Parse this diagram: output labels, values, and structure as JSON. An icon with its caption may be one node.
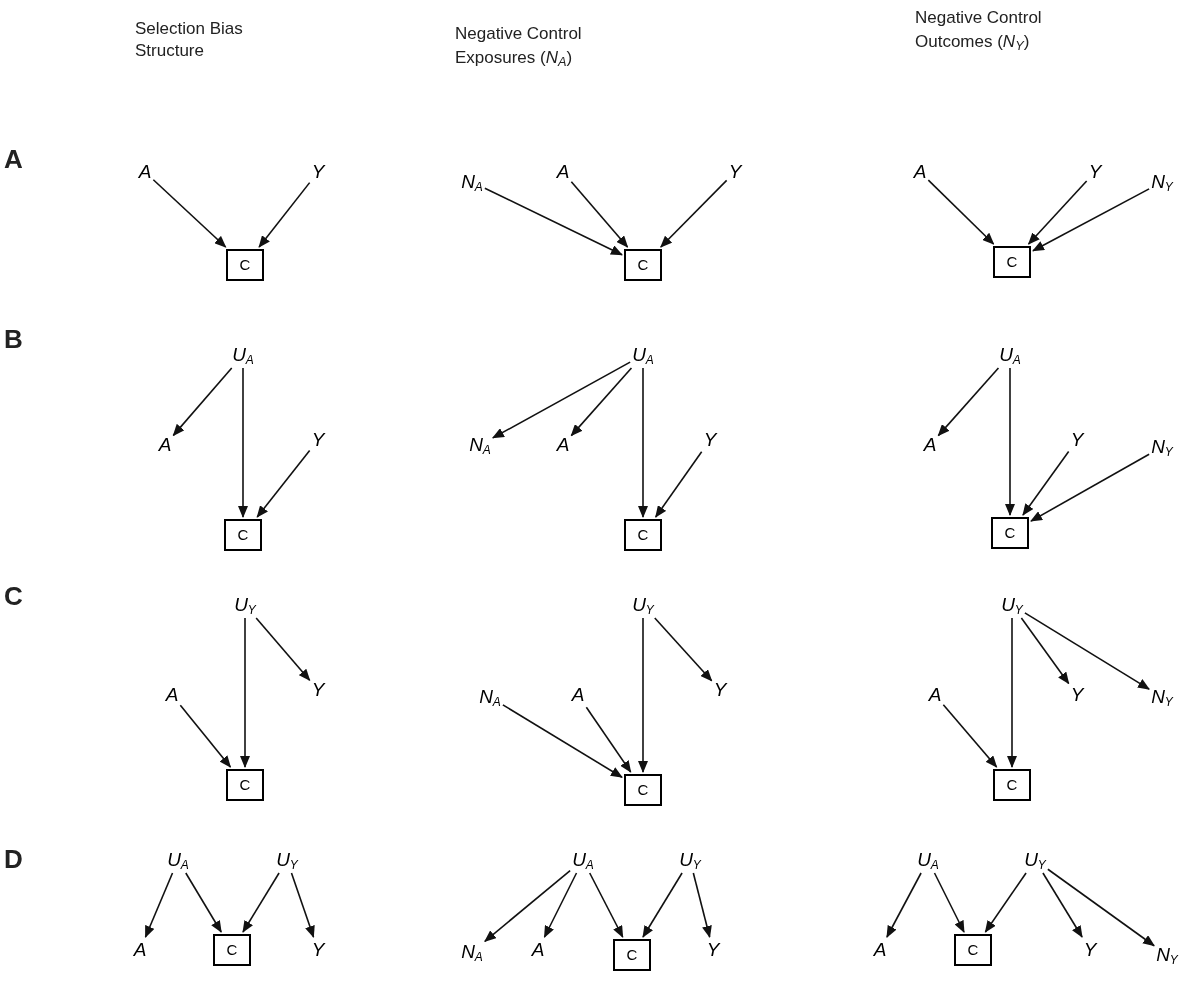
{
  "diagram": {
    "nodes": [
      {
        "text": [
          "A"
        ]
      },
      {
        "text": [
          "Y"
        ]
      },
      {
        "text": [
          "C"
        ]
      },
      {
        "text": [
          "N$_{A}$"
        ]
      },
      {
        "text": [
          "A"
        ]
      },
      {
        "text": [
          "Y"
        ]
      },
      {
        "text": [
          "C"
        ]
      },
      {
        "text": [
          "A"
        ]
      },
      {
        "text": [
          "Y"
        ]
      },
      {
        "text": [
          "N$_{Y}$"
        ]
      },
      {
        "text": [
          "C"
        ]
      },
      {
        "text": [
          "U$_{A}$"
        ]
      },
      {
        "text": [
          "A"
        ]
      },
      {
        "text": [
          "Y"
        ]
      },
      {
        "text": [
          "C"
        ]
      },
      {
        "text": [
          "U$_{A}$"
        ]
      },
      {
        "text": [
          "N$_{A}$"
        ]
      },
      {
        "text": [
          "A"
        ]
      },
      {
        "text": [
          "Y"
        ]
      },
      {
        "text": [
          "C"
        ]
      },
      {
        "text": [
          "U$_{A}$"
        ]
      },
      {
        "text": [
          "A"
        ]
      },
      {
        "text": [
          "Y"
        ]
      },
      {
        "text": [
          "N$_{Y}$"
        ]
      },
      {
        "text": [
          "C"
        ]
      },
      {
        "text": [
          "U$_{Y}$"
        ]
      },
      {
        "text": [
          "A"
        ]
      },
      {
        "text": [
          "Y"
        ]
      },
      {
        "text": [
          "C"
        ]
      },
      {
        "text": [
          "U$_{Y}$"
        ]
      },
      {
        "text": [
          "N$_{A}$"
        ]
      },
      {
        "text": [
          "A"
        ]
      },
      {
        "text": [
          "Y"
        ]
      },
      {
        "text": [
          "C"
        ]
      },
      {
        "text": [
          "U$_{Y}$"
        ]
      },
      {
        "text": [
          "A"
        ]
      },
      {
        "text": [
          "Y"
        ]
      },
      {
        "text": [
          "N$_{Y}$"
        ]
      },
      {
        "text": [
          "C"
        ]
      },
      {
        "text": [
          "U$_{A}$"
        ]
      },
      {
        "text": [
          "U$_{Y}$"
        ]
      },
      {
        "text": [
          "A"
        ]
      },
      {
        "text": [
          "C"
        ]
      },
      {
        "text": [
          "Y"
        ]
      },
      {
        "text": [
          "U$_{A}$"
        ]
      },
      {
        "text": [
          "U$_{Y}$"
        ]
      },
      {
        "text": [
          "N$_{A}$"
        ]
      },
      {
        "text": [
          "A"
        ]
      },
      {
        "text": [
          "C"
        ]
      },
      {
        "text": [
          "Y"
        ]
      },
      {
        "text": [
          "U$_{A}$"
        ]
      },
      {
        "text": [
          "U$_{Y}$"
        ]
      },
      {
        "text": [
          "A"
        ]
      },
      {
        "text": [
          "C"
        ]
      },
      {
        "text": [
          "Y"
        ]
      },
      {
        "text": [
          "N$_{Y}$"
        ]
      }
    ],
    "edges": [
      {
        "from": 0,
        "to": 2,
        "arrow": "to"
      },
      {
        "from": 1,
        "to": 2,
        "arrow": "to"
      },
      {
        "from": 3,
        "to": 6,
        "arrow": "to"
      },
      {
        "from": 4,
        "to": 6,
        "arrow": "to"
      },
      {
        "from": 5,
        "to": 6,
        "arrow": "to"
      },
      {
        "from": 7,
        "to": 10,
        "arrow": "to"
      },
      {
        "from": 8,
        "to": 10,
        "arrow": "to"
      },
      {
        "from": 9,
        "to": 10,
        "arrow": "to"
      },
      {
        "from": 11,
        "to": 12,
        "arrow": "to"
      },
      {
        "from": 11,
        "to": 14,
        "arrow": "to"
      },
      {
        "from": 13,
        "to": 14,
        "arrow": "to"
      },
      {
        "from": 15,
        "to": 16,
        "arrow": "to"
      },
      {
        "from": 15,
        "to": 17,
        "arrow": "to"
      },
      {
        "from": 15,
        "to": 19,
        "arrow": "to"
      },
      {
        "from": 18,
        "to": 19,
        "arrow": "to"
      },
      {
        "from": 20,
        "to": 21,
        "arrow": "to"
      },
      {
        "from": 20,
        "to": 24,
        "arrow": "to"
      },
      {
        "from": 22,
        "to": 24,
        "arrow": "to"
      },
      {
        "from": 23,
        "to": 24,
        "arrow": "to"
      },
      {
        "from": 25,
        "to": 27,
        "arrow": "to"
      },
      {
        "from": 25,
        "to": 28,
        "arrow": "to"
      },
      {
        "from": 26,
        "to": 28,
        "arrow": "to"
      },
      {
        "from": 29,
        "to": 32,
        "arrow": "to"
      },
      {
        "from": 29,
        "to": 33,
        "arrow": "to"
      },
      {
        "from": 30,
        "to": 33,
        "arrow": "to"
      },
      {
        "from": 31,
        "to": 33,
        "arrow": "to"
      },
      {
        "from": 34,
        "to": 36,
        "arrow": "to"
      },
      {
        "from": 34,
        "to": 37,
        "arrow": "to"
      },
      {
        "from": 34,
        "to": 38,
        "arrow": "to"
      },
      {
        "from": 35,
        "to": 38,
        "arrow": "to"
      },
      {
        "from": 39,
        "to": 41,
        "arrow": "to"
      },
      {
        "from": 39,
        "to": 42,
        "arrow": "to"
      },
      {
        "from": 40,
        "to": 42,
        "arrow": "to"
      },
      {
        "from": 40,
        "to": 43,
        "arrow": "to"
      },
      {
        "from": 44,
        "to": 46,
        "arrow": "to"
      },
      {
        "from": 44,
        "to": 47,
        "arrow": "to"
      },
      {
        "from": 44,
        "to": 48,
        "arrow": "to"
      },
      {
        "from": 45,
        "to": 48,
        "arrow": "to"
      },
      {
        "from": 45,
        "to": 49,
        "arrow": "to"
      },
      {
        "from": 50,
        "to": 52,
        "arrow": "to"
      },
      {
        "from": 50,
        "to": 53,
        "arrow": "to"
      },
      {
        "from": 51,
        "to": 53,
        "arrow": "to"
      },
      {
        "from": 51,
        "to": 54,
        "arrow": "to"
      },
      {
        "from": 51,
        "to": 55,
        "arrow": "to"
      }
    ],
    "labels": [
      "Selection Bias Structure",
      "Negative Control Exposures (*N*$_{A}$)",
      "Negative Control Outcomes (*N*$_{Y}$)",
      "A",
      "B",
      "C",
      "D"
    ]
  }
}
